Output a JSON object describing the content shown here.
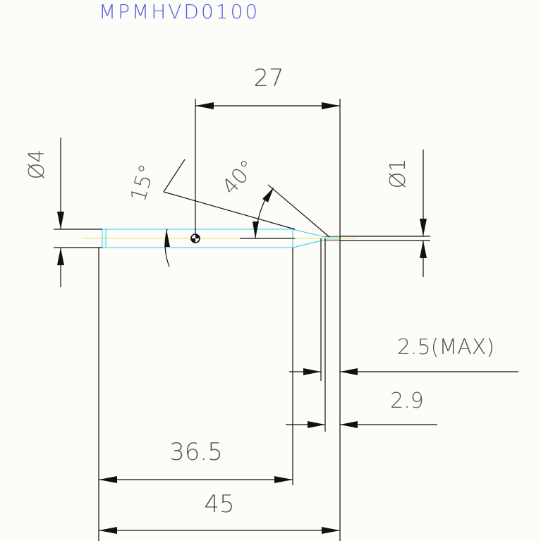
{
  "title": "MPMHVD0100",
  "colors": {
    "background": "#fcfcf9",
    "title": "#5a5adf",
    "dimension_lines": "#111111",
    "dimension_text": "#555555",
    "tool_outline": "#2ad0e0",
    "centerline": "#e8e066",
    "tip_detail": "#e05050"
  },
  "dimensions": {
    "length_27": "27",
    "diameter_shank": "Ø4",
    "angle_15": "15°",
    "angle_40": "40°",
    "diameter_tip": "Ø1",
    "tip_length_max": "2.5(MAX)",
    "tip_length": "2.9",
    "length_36_5": "36.5",
    "length_45": "45"
  }
}
